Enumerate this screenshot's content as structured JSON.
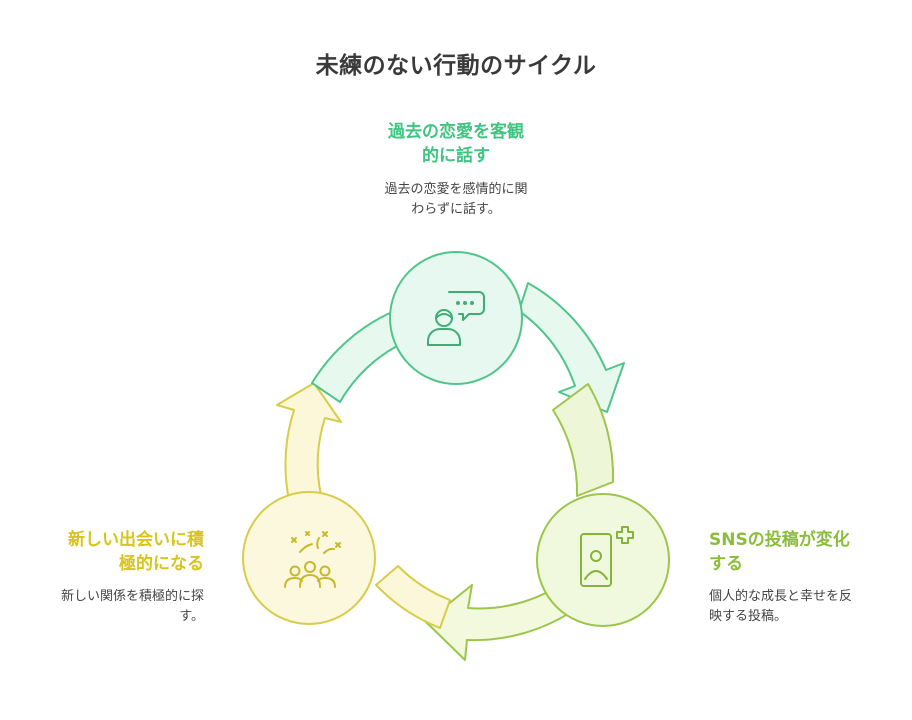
{
  "title": "未練のない行動のサイクル",
  "steps": [
    {
      "title_line1": "過去の恋愛を客観",
      "title_line2": "的に話す",
      "desc_line1": "過去の恋愛を感情的に関",
      "desc_line2": "わらずに話す。",
      "icon": "person-speech-icon",
      "color": "#3fc482"
    },
    {
      "title_line1": "SNSの投稿が変化",
      "title_line2": "する",
      "desc_line1": "個人的な成長と幸せを反",
      "desc_line2": "映する投稿。",
      "icon": "profile-add-icon",
      "color": "#8abd3a"
    },
    {
      "title_line1": "新しい出会いに積",
      "title_line2": "極的になる",
      "desc_line1": "新しい関係を積極的に探",
      "desc_line2": "す。",
      "icon": "group-celebration-icon",
      "color": "#d7c41c"
    }
  ]
}
